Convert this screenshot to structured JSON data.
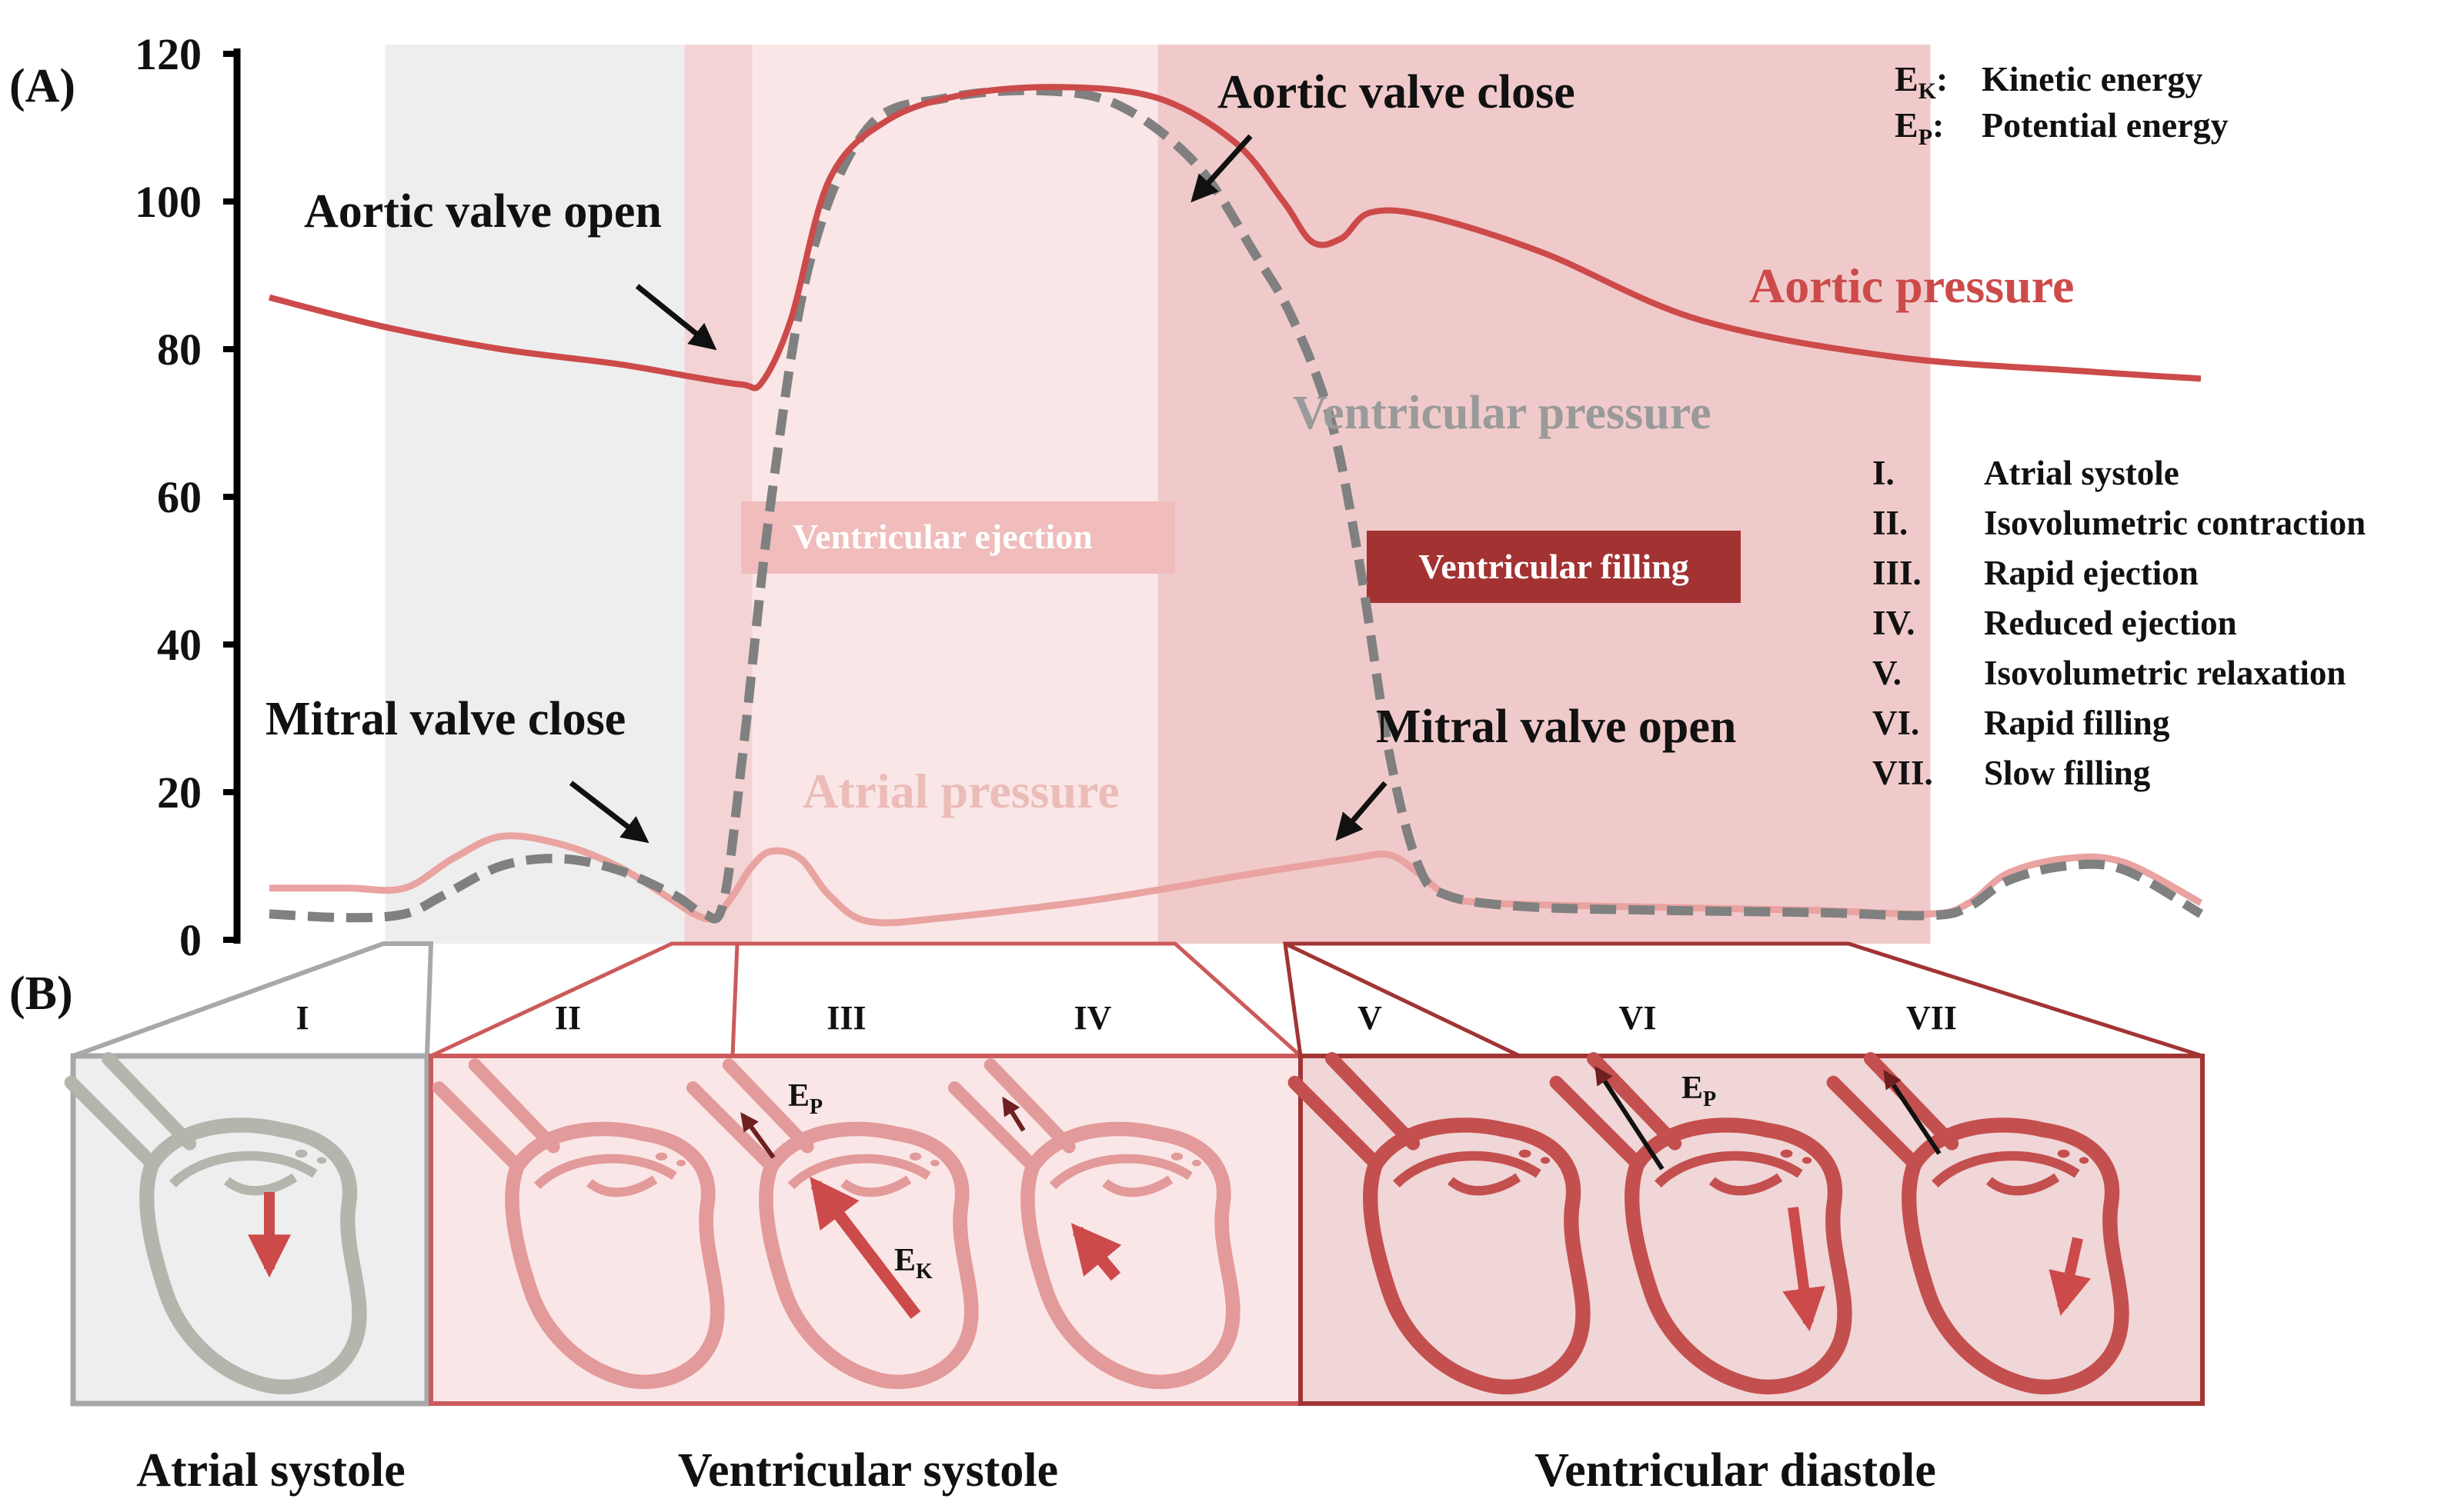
{
  "panel_labels": {
    "a": "(A)",
    "b": "(B)"
  },
  "colors": {
    "aortic": "#cd4a4a",
    "ventricular": "#808080",
    "atrial": "#e9a3a0",
    "phase_I": "#eeeeee",
    "phase_II": "#f3d3d3",
    "phase_III_IV": "#fae6e6",
    "phase_V": "#f0caca",
    "phase_VI_VII": "#f0caca",
    "systole_box": "#cd5a5a",
    "diastole_box": "#a23434",
    "atrial_box": "#a8a8a8",
    "ejection_label_bg": "#f0bcbc",
    "filling_label_bg": "#a33232"
  },
  "chart_data": {
    "type": "line",
    "y_ticks": [
      "0",
      "20",
      "40",
      "60",
      "80",
      "100",
      "120"
    ],
    "ylim": [
      0,
      120
    ],
    "xlim": [
      0,
      100
    ],
    "grid": false,
    "series": [
      {
        "key": "aortic",
        "x": [
          0,
          6,
          12,
          18,
          22,
          24.5,
          25.5,
          27,
          29,
          32,
          36,
          41,
          46,
          50,
          52.5,
          54,
          55.5,
          57,
          60,
          66,
          74,
          84,
          94,
          100
        ],
        "y": [
          87,
          83,
          80,
          78,
          76.2,
          75.2,
          75.5,
          84,
          103,
          111,
          114.5,
          115.5,
          114,
          108,
          100,
          94.5,
          95,
          98.5,
          98,
          93,
          84,
          79,
          77,
          76
        ]
      },
      {
        "key": "ventricular",
        "x": [
          0,
          4,
          7,
          9,
          12,
          15,
          18,
          21,
          22.5,
          23.5,
          24.5,
          26,
          28,
          31,
          35,
          40,
          44,
          48,
          51,
          53,
          55,
          56.5,
          58,
          59.5,
          61,
          65,
          72,
          80,
          86,
          88,
          90,
          93,
          96,
          100
        ],
        "y": [
          3.5,
          3,
          3.5,
          6,
          10,
          11,
          9.5,
          6,
          3.5,
          5,
          25,
          60,
          92,
          110,
          114,
          115,
          113,
          105,
          93,
          84,
          70,
          50,
          25,
          10,
          6,
          4.5,
          4,
          3.7,
          3.3,
          4.5,
          8,
          10,
          9.5,
          3.5
        ]
      },
      {
        "key": "atrial",
        "x": [
          0,
          4,
          7,
          9.5,
          12,
          15,
          18,
          20.5,
          22,
          23,
          24,
          25,
          26,
          27.5,
          29,
          31,
          35,
          43,
          51,
          56,
          58,
          59.5,
          61,
          63,
          70,
          80,
          86,
          88,
          90,
          93,
          96,
          100
        ],
        "y": [
          7,
          7,
          7,
          11,
          14,
          13,
          10,
          6,
          3.5,
          3,
          6,
          10,
          12,
          11,
          6,
          2.5,
          3,
          5.5,
          9,
          11,
          11.5,
          9,
          6,
          5,
          4.5,
          4,
          3.5,
          5,
          9,
          11,
          10.5,
          5
        ]
      }
    ],
    "series_labels": {
      "aortic": "Aortic pressure",
      "ventricular": "Ventricular pressure",
      "atrial": "Atrial pressure"
    },
    "phase_bounds": [
      6,
      21.5,
      25,
      46,
      52,
      86
    ],
    "phase_ids": [
      "I",
      "II",
      "III",
      "IV",
      "V",
      "VI",
      "VII"
    ],
    "annotations": {
      "aortic_open": "Aortic valve open",
      "aortic_close": "Aortic valve close",
      "mitral_close": "Mitral valve close",
      "mitral_open": "Mitral valve open"
    },
    "band_labels": {
      "ejection": "Ventricular ejection",
      "filling": "Ventricular filling"
    }
  },
  "energy_legend": [
    {
      "symbol": "E",
      "sub": "K",
      "sep": ":",
      "text": "Kinetic energy"
    },
    {
      "symbol": "E",
      "sub": "P",
      "sep": ":",
      "text": "Potential energy"
    }
  ],
  "phase_legend": [
    {
      "num": "I.",
      "name": "Atrial systole"
    },
    {
      "num": "II.",
      "name": "Isovolumetric contraction"
    },
    {
      "num": "III.",
      "name": "Rapid ejection"
    },
    {
      "num": "IV.",
      "name": "Reduced ejection"
    },
    {
      "num": "V.",
      "name": "Isovolumetric relaxation"
    },
    {
      "num": "VI.",
      "name": "Rapid filling"
    },
    {
      "num": "VII.",
      "name": "Slow filling"
    }
  ],
  "panel_b": {
    "numerals": [
      "I",
      "II",
      "III",
      "IV",
      "V",
      "VI",
      "VII"
    ],
    "group_titles": {
      "atrial": "Atrial systole",
      "systole": "Ventricular systole",
      "diastole": "Ventricular diastole"
    },
    "energy_marks": {
      "iii_p": {
        "symbol": "E",
        "sub": "P"
      },
      "iii_k": {
        "symbol": "E",
        "sub": "K"
      },
      "vi_p": {
        "symbol": "E",
        "sub": "P"
      }
    }
  }
}
